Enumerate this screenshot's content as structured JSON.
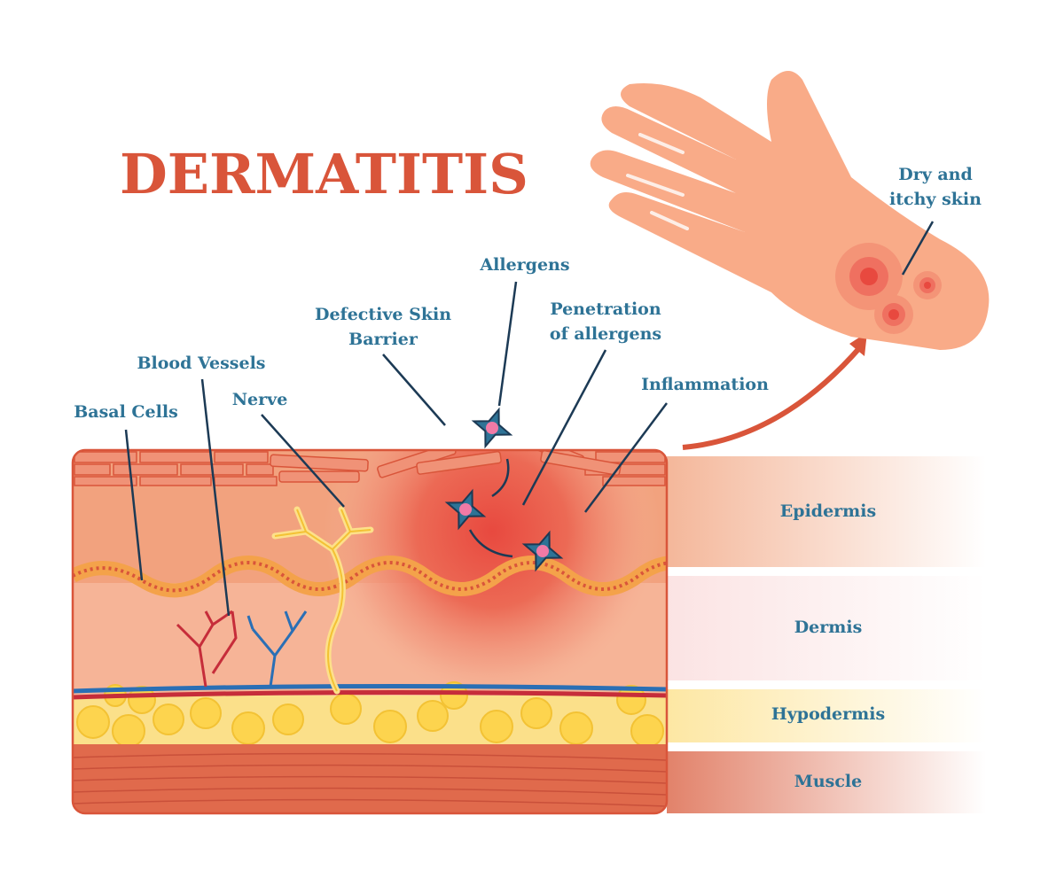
{
  "title": "DERMATITIS",
  "labels": {
    "basal_cells": "Basal Cells",
    "blood_vessels": "Blood Vessels",
    "nerve": "Nerve",
    "defective_barrier_1": "Defective Skin",
    "defective_barrier_2": "Barrier",
    "allergens": "Allergens",
    "penetration_1": "Penetration",
    "penetration_2": "of allergens",
    "inflammation": "Inflammation",
    "dry_1": "Dry and",
    "dry_2": "itchy skin"
  },
  "layers": [
    "Epidermis",
    "Dermis",
    "Hypodermis",
    "Muscle"
  ],
  "colors": {
    "title": "#d9553a",
    "label": "#2e7396",
    "leader": "#1c3a55",
    "epidermis": "#f2a27e",
    "dermis": "#f6b497",
    "hypodermis": "#fbe08a",
    "muscle": "#e06a4c",
    "inflammation": "#e8493f",
    "skin_hand": "#f9ab88"
  }
}
